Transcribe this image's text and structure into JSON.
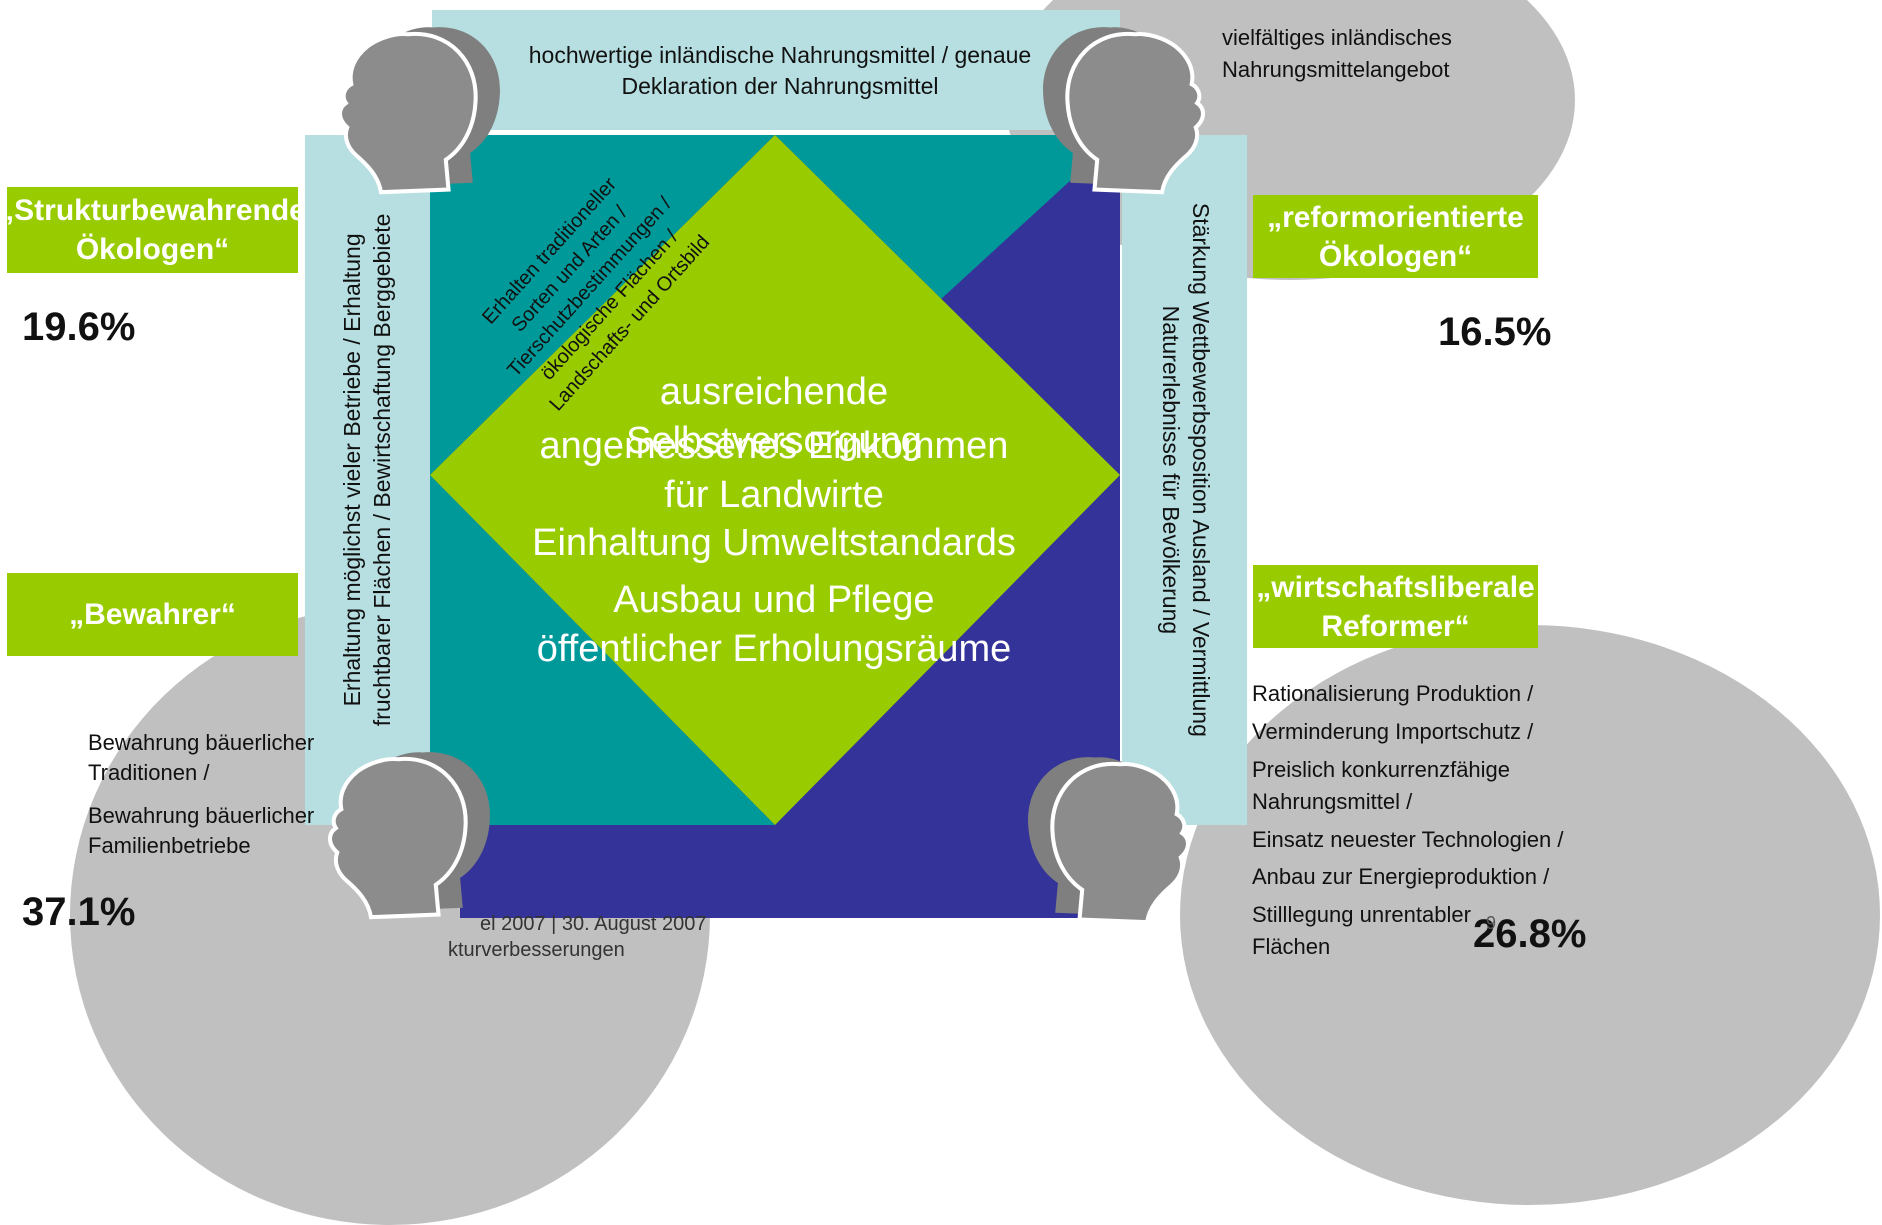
{
  "top_bar": {
    "line1": "hochwertige inländische Nahrungsmittel / genaue",
    "line2": "Deklaration der Nahrungsmittel"
  },
  "left_bar": {
    "line1": "Erhaltung möglichst vieler Betriebe / Erhaltung",
    "line2": "fruchtbarer Flächen / Bewirtschaftung Berggebiete"
  },
  "right_bar": {
    "line1": "Stärkung Wettbewerbsposition Ausland / Vermittlung",
    "line2": "Naturerlebnisse für Bevölkerung"
  },
  "diagonal_text": [
    "Erhalten traditioneller",
    "Sorten und Arten /",
    "Tierschutzbestimmungen /",
    "ökologische Flächen /",
    "Landschafts- und Ortsbild"
  ],
  "center": [
    "ausreichende Selbstversorgung",
    "angemessenes Einkommen für Landwirte",
    "Einhaltung Umweltstandards",
    "Ausbau und Pflege öffentlicher Erholungsräume"
  ],
  "groups": {
    "top_left": {
      "label": "„Strukturbewahrende Ökologen“",
      "percent": "19.6%"
    },
    "top_right": {
      "label": "„reformorientierte Ökologen“",
      "percent": "16.5%",
      "desc": [
        "vielfältiges inländisches",
        "Nahrungsmittelangebot"
      ]
    },
    "bottom_left": {
      "label": "„Bewahrer“",
      "percent": "37.1%",
      "desc": [
        "Bewahrung bäuerlicher",
        "Traditionen /",
        "Bewahrung bäuerlicher",
        "Familienbetriebe"
      ]
    },
    "bottom_right": {
      "label": "„wirtschaftsliberale Reformer“",
      "percent": "26.8%",
      "desc": [
        "Rationalisierung Produktion /",
        "Verminderung Importschutz /",
        "Preislich konkurrenzfähige",
        "Nahrungsmittel /",
        "Einsatz neuester Technologien /",
        "Anbau zur Energieproduktion /",
        "Stilllegung unrentabler",
        "Flächen"
      ]
    }
  },
  "footer": {
    "line1": "el 2007 | 30. August 2007",
    "line2": "kturverbesserungen",
    "page": "9"
  },
  "colors": {
    "green": "#99cc00",
    "teal": "#00999a",
    "navy": "#333399",
    "light": "#b7dfe2",
    "gray": "#c0c0c0",
    "head": "#7f7f7f"
  }
}
